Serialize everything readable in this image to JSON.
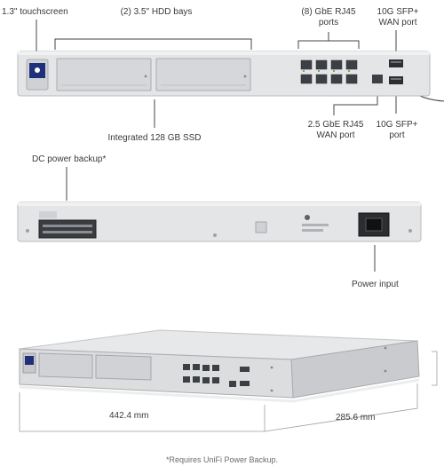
{
  "front_labels": {
    "touchscreen": "1.3\" touchscreen",
    "hdd_bays": "(2) 3.5\" HDD bays",
    "gbe_ports_line1": "(8) GbE RJ45",
    "gbe_ports_line2": "ports",
    "sfp_wan_line1": "10G SFP+",
    "sfp_wan_line2": "WAN port",
    "ssd": "Integrated 128 GB SSD",
    "wan_25_line1": "2.5 GbE RJ45",
    "wan_25_line2": "WAN port",
    "sfp_port_line1": "10G SFP+",
    "sfp_port_line2": "port"
  },
  "rear_labels": {
    "dc_backup": "DC power backup*",
    "power_input": "Power input"
  },
  "dimensions": {
    "width": "442.4 mm",
    "depth": "285.6 mm"
  },
  "footnote": "*Requires UniFi Power Backup."
}
